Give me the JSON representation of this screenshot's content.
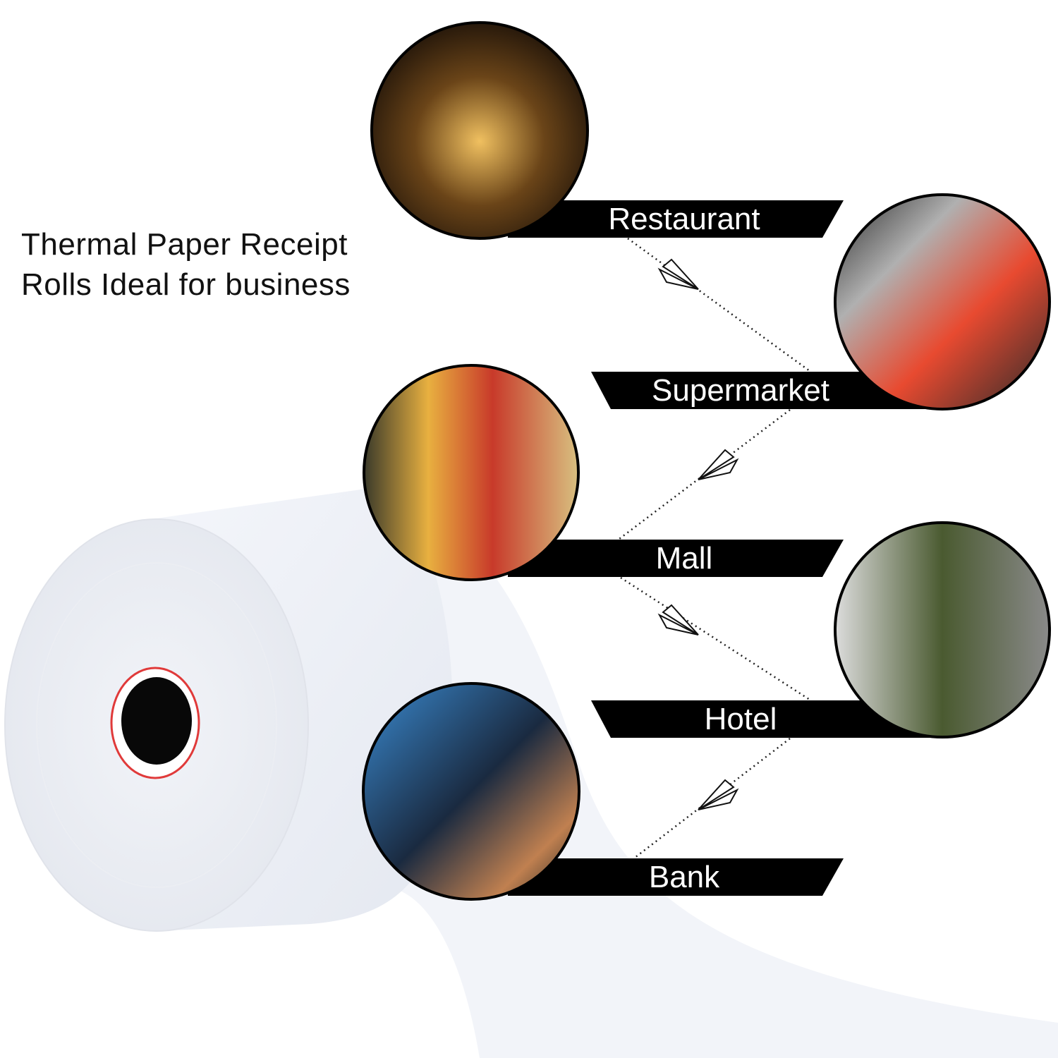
{
  "headline": {
    "line1": "Thermal Paper Receipt",
    "line2": "Rolls Ideal for business"
  },
  "uses": [
    {
      "label": "Restaurant",
      "photo": "restaurant-photo",
      "colors": [
        "#f0c060",
        "#6a4418",
        "#1a1008"
      ]
    },
    {
      "label": "Supermarket",
      "photo": "clothing-store-photo",
      "colors": [
        "#e84a30",
        "#9a9a9a",
        "#2a2a2a"
      ]
    },
    {
      "label": "Mall",
      "photo": "grocery-shelves-photo",
      "colors": [
        "#e8b040",
        "#c83a2a",
        "#3a3a2a"
      ]
    },
    {
      "label": "Hotel",
      "photo": "towers-and-palm-photo",
      "colors": [
        "#dcdcdc",
        "#4a5a30",
        "#6a6a6a"
      ]
    },
    {
      "label": "Bank",
      "photo": "payment-terminal-photo",
      "colors": [
        "#3a8ad0",
        "#1a2a40",
        "#c08050"
      ]
    }
  ],
  "product": {
    "icon": "thermal-paper-roll",
    "core_ring_color": "#e03a3a"
  },
  "connector_icon": "paper-plane-icon"
}
